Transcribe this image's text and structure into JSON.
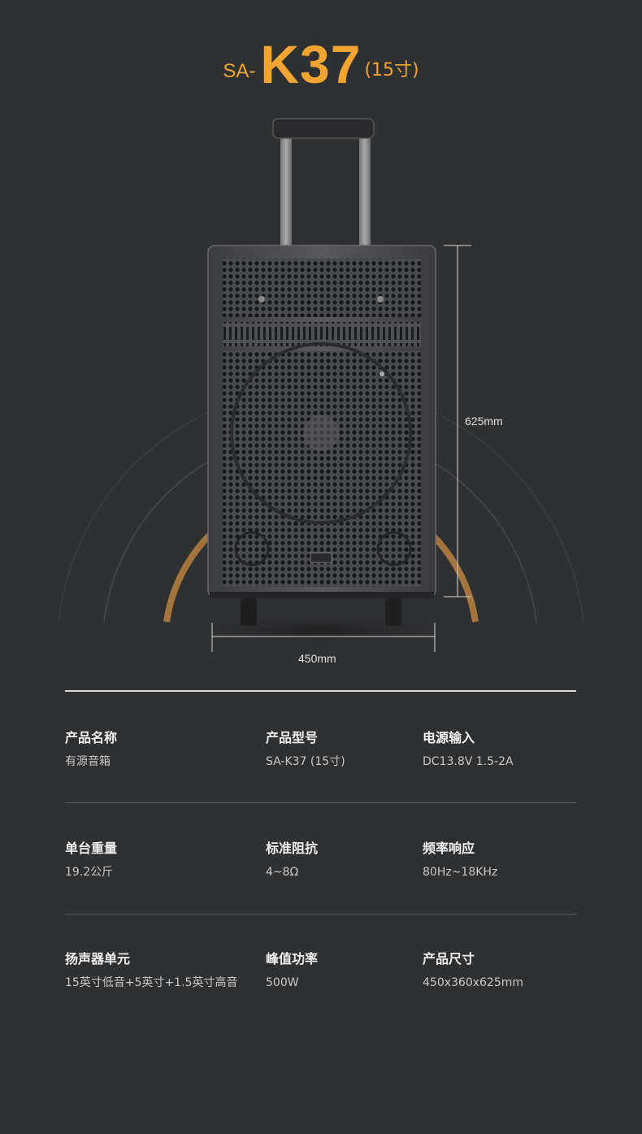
{
  "title": {
    "prefix": "SA-",
    "model": "K37",
    "suffix": "(15寸)",
    "accent_color": "#f2a531"
  },
  "product": {
    "icon": "trolley-speaker-icon",
    "height_label": "625mm",
    "width_label": "450mm"
  },
  "specs": [
    [
      {
        "label": "产品名称",
        "value": "有源音箱"
      },
      {
        "label": "产品型号",
        "value": "SA-K37 (15寸)"
      },
      {
        "label": "电源输入",
        "value": "DC13.8V  1.5-2A"
      }
    ],
    [
      {
        "label": "单台重量",
        "value": "19.2公斤"
      },
      {
        "label": "标准阻抗",
        "value": "4~8Ω"
      },
      {
        "label": "频率响应",
        "value": "80Hz~18KHz"
      }
    ],
    [
      {
        "label": "扬声器单元",
        "value": "15英寸低音+5英寸+1.5英寸高音"
      },
      {
        "label": "峰值功率",
        "value": "500W"
      },
      {
        "label": "产品尺寸",
        "value": "450x360x625mm"
      }
    ]
  ]
}
